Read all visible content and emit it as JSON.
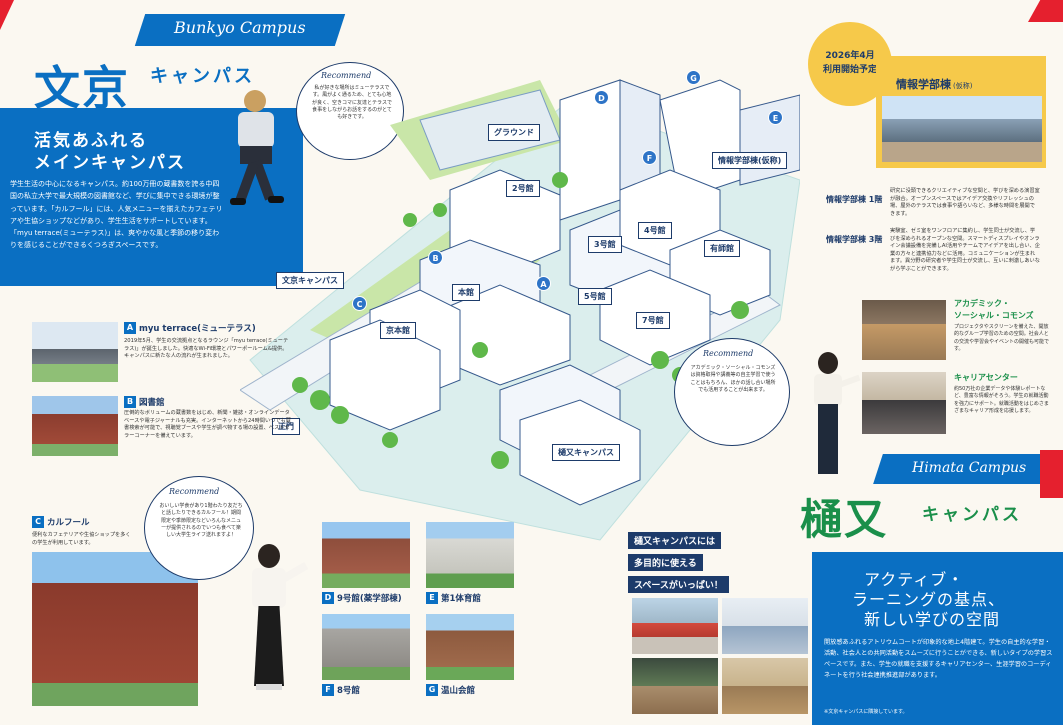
{
  "bunkyo": {
    "script_title": "Bunkyo Campus",
    "title_big": "文京",
    "title_small": "キャンパス",
    "heading_line1": "活気あふれる",
    "heading_line2": "メインキャンパス",
    "body": "学生生活の中心になるキャンパス。約100万冊の蔵書数を誇る中四国の私立大学で最大規模の図書館など、学びに集中できる環境が整っています。「カルフール」には、人気メニューを揃えたカフェテリアや生協ショップなどがあり、学生生活をサポートしています。「myu terrace(ミューテラス)」は、爽やかな風と季節の移り変わりを感じることができるくつろぎスペースです。"
  },
  "recommend_1": {
    "title": "Recommend",
    "text": "私が好きな場所はミューテラスです。風がよく通るため、とても心地が良く、空きコマに友達とテラスで食事をしながらお話をするのがとても好きです。"
  },
  "recommend_2": {
    "title": "Recommend",
    "text": "アカデミック・ソーシャル・コモンズは資格取得や講義等の自主学習で使うことはもちろん、ほかの話し合い場所でも活用することが出来ます。"
  },
  "recommend_3": {
    "title": "Recommend",
    "text": "おいしい学食があり1階わたり友だちと話したりできるカルフール！期間限定や季節限定などいろんなメニューが提供されるのでいつも食べて楽しい大学生ライフ送れますよ！"
  },
  "new_building": {
    "date": "2026年4月",
    "date_sub": "利用開始予定",
    "name": "情報学部棟",
    "name_note": "(仮称)",
    "floor1_label": "情報学部棟 1階",
    "floor1_text": "研究に没頭できるクリエイティブな空間と、学びを深める演習室が融合。オープンスペースではアイデア交換やリフレッシュの場、屋外のテラスでは食事や語らいなど、多様な時間を展開できます。",
    "floor3_label": "情報学部棟 3階",
    "floor3_text": "実験室、ゼミ室をワンフロアに集約し、学生同士が交流し、学びを深められるオープンな空間。スマートディスプレイやオンライン会議設備を完備しAI活用やチームでアイデアを出し合い、企業の方々と連携協力などに活用。コミュニケーションが生まれます。異分野の研究者や学生同士が交流し、互いに刺激しあいながら学ぶことができます。"
  },
  "map_labels": {
    "ground": "グラウンド",
    "b2": "2号館",
    "b3": "3号館",
    "b4": "4号館",
    "b5": "5号館",
    "b7": "7号館",
    "yubikan": "有師館",
    "honkan": "本館",
    "kyohonkan": "京本館",
    "bunkyo_campus": "文京キャンパス",
    "seimon": "正門",
    "himata_campus": "樋又キャンパス",
    "joho": "情報学部棟(仮称)",
    "letter_a": "A",
    "letter_b": "B",
    "letter_c": "C",
    "letter_d": "D",
    "letter_e": "E",
    "letter_f": "F",
    "letter_g": "G"
  },
  "facilities_left": [
    {
      "letter": "A",
      "name": "myu terrace(ミューテラス)",
      "text": "2019年5月、学生の交流拠点となるラウンジ「myu terrace(ミューテラス)」が誕生しました。快適なWi-Fi環境とパワーポールーム&提供。キャンパスに新たな人の流れが生まれました。"
    },
    {
      "letter": "B",
      "name": "図書館",
      "text": "圧倒的なボリュームの蔵書数をはじめ、新聞・雑誌・オンラインデータベースや電子ジャーナルも充実。インターネットから24時間いつでも蔵書検索が可能で、視聴覚ブースや学生が調べ物する場の設置、ベストセラーコーナーを備えています。"
    },
    {
      "letter": "C",
      "name": "カルフール",
      "text": "便利なカフェテリアや生協ショップを多くの学生が利用しています。"
    }
  ],
  "facilities_bottom": [
    {
      "letter": "D",
      "name": "9号館(薬学部棟)"
    },
    {
      "letter": "E",
      "name": "第1体育館"
    },
    {
      "letter": "F",
      "name": "8号館"
    },
    {
      "letter": "G",
      "name": "温山会館"
    }
  ],
  "facilities_right": [
    {
      "name_line1": "アカデミック・",
      "name_line2": "ソーシャル・コモンズ",
      "text": "プロジェクタやスクリーンを備えた、開放的なグループ学習のための空間。社会人との交流や学習会やイベントの開催も可能です。"
    },
    {
      "name_line1": "キャリアセンター",
      "name_line2": "",
      "text": "約50万社の企業データや体験レポートなど、豊富な情報がそろう。学生の就職活動を強力にサポート。就職活動をはじめさまざまなキャリア形成を応援します。"
    }
  ],
  "himata": {
    "script_title": "Himata Campus",
    "title_big": "樋又",
    "title_small": "キャンパス",
    "banner_line1": "樋又キャンパスには",
    "banner_line2": "多目的に使える",
    "banner_line3": "スペースがいっぱい！",
    "heading_line1": "アクティブ・",
    "heading_line2": "ラーニングの基点、",
    "heading_line3": "新しい学びの空間",
    "body": "開放感あふれるアトリウムコートが印象的な地上4階建て。学生の自主的な学習・活動、社会人との共同活動をスムーズに行うことができる、新しいタイプの学習スペースです。また、学生の就職を支援するキャリアセンター、生涯学習のコーディネートを行う社会連携推進部があります。",
    "note": "※文京キャンパスに隣接しています。"
  },
  "colors": {
    "accent_blue": "#0a6fc2",
    "accent_red": "#e5202e",
    "navy": "#1d3b6a",
    "mint": "#d9efe9",
    "yellow": "#f6c94a"
  }
}
